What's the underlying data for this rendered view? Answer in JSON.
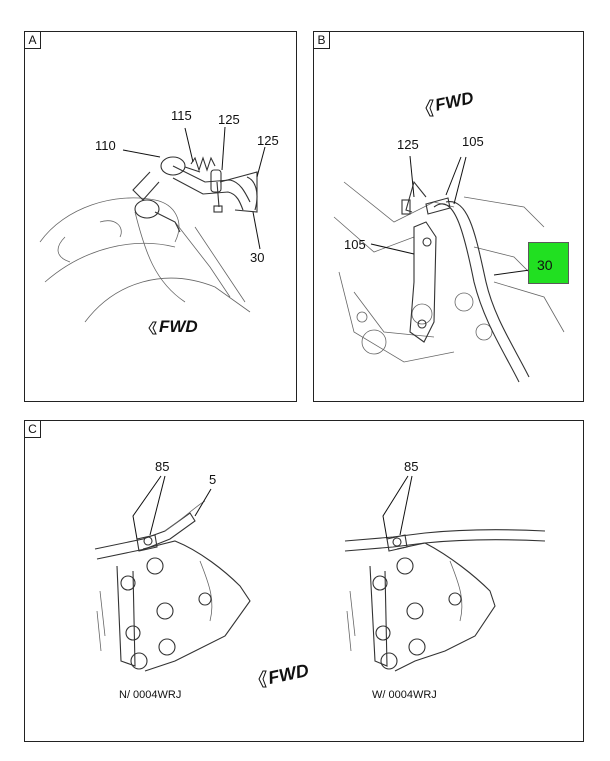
{
  "panels": {
    "a": {
      "tag": "A",
      "callouts": {
        "c110": "110",
        "c115": "115",
        "c125a": "125",
        "c125b": "125",
        "c30": "30"
      },
      "fwd": "FWD"
    },
    "b": {
      "tag": "B",
      "callouts": {
        "c125": "125",
        "c105a": "105",
        "c105b": "105",
        "c30": "30"
      },
      "fwd": "FWD",
      "highlight_color": "#21e021"
    },
    "c": {
      "tag": "C",
      "callouts": {
        "c85a": "85",
        "c5": "5",
        "c85b": "85"
      },
      "fwd": "FWD",
      "caption_left": "N/ 0004WRJ",
      "caption_right": "W/ 0004WRJ"
    }
  }
}
